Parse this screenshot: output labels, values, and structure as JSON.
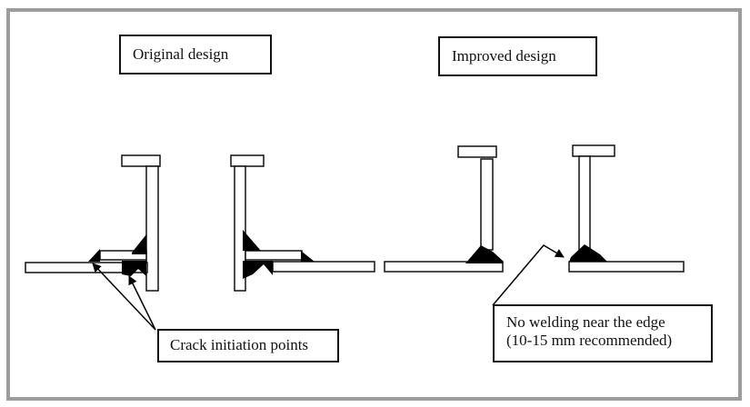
{
  "labels": {
    "original_design": "Original design",
    "improved_design": "Improved design",
    "crack_initiation": "Crack initiation points",
    "no_welding_line1": "No welding near the edge",
    "no_welding_line2": "(10-15 mm recommended)"
  },
  "colors": {
    "frame": "#9c9c9c",
    "stroke": "#111111",
    "weld": "#000000",
    "plate_fill": "#ffffff"
  }
}
